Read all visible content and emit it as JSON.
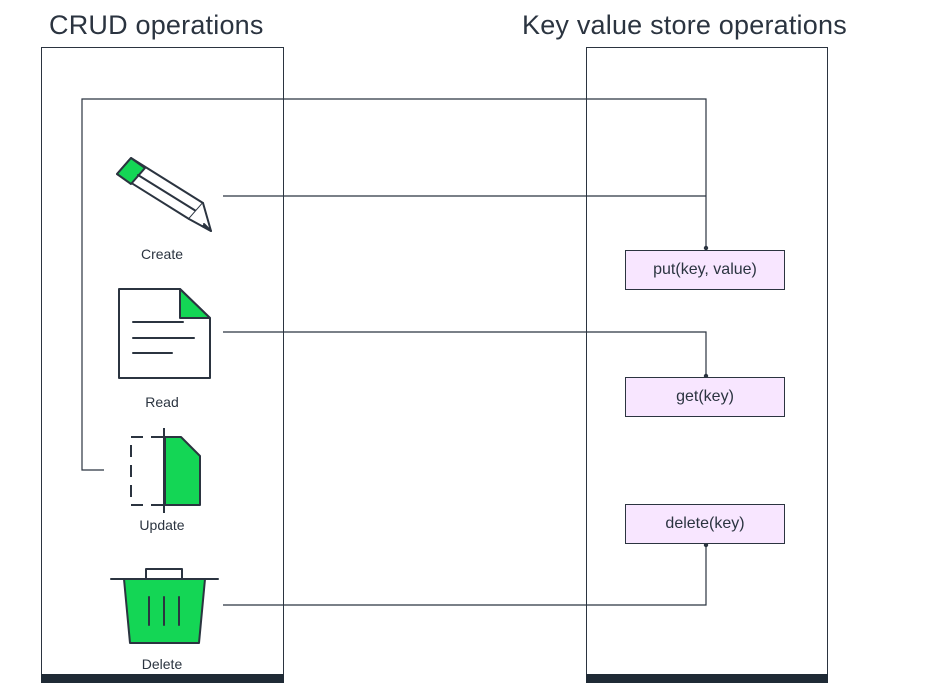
{
  "headings": {
    "left": "CRUD operations",
    "right": "Key value store operations"
  },
  "crud": {
    "create": "Create",
    "read": "Read",
    "update": "Update",
    "delete": "Delete"
  },
  "kv": {
    "put": "put(key, value)",
    "get": "get(key)",
    "delete": "delete(key)"
  },
  "icons": {
    "create": "pencil-icon",
    "read": "document-icon",
    "update": "half-document-icon",
    "delete": "trash-can-icon"
  },
  "colors": {
    "accent": "#14d655",
    "kv_box": "#f8e6ff",
    "stroke": "#2b3440",
    "bar": "#1f2a35"
  }
}
